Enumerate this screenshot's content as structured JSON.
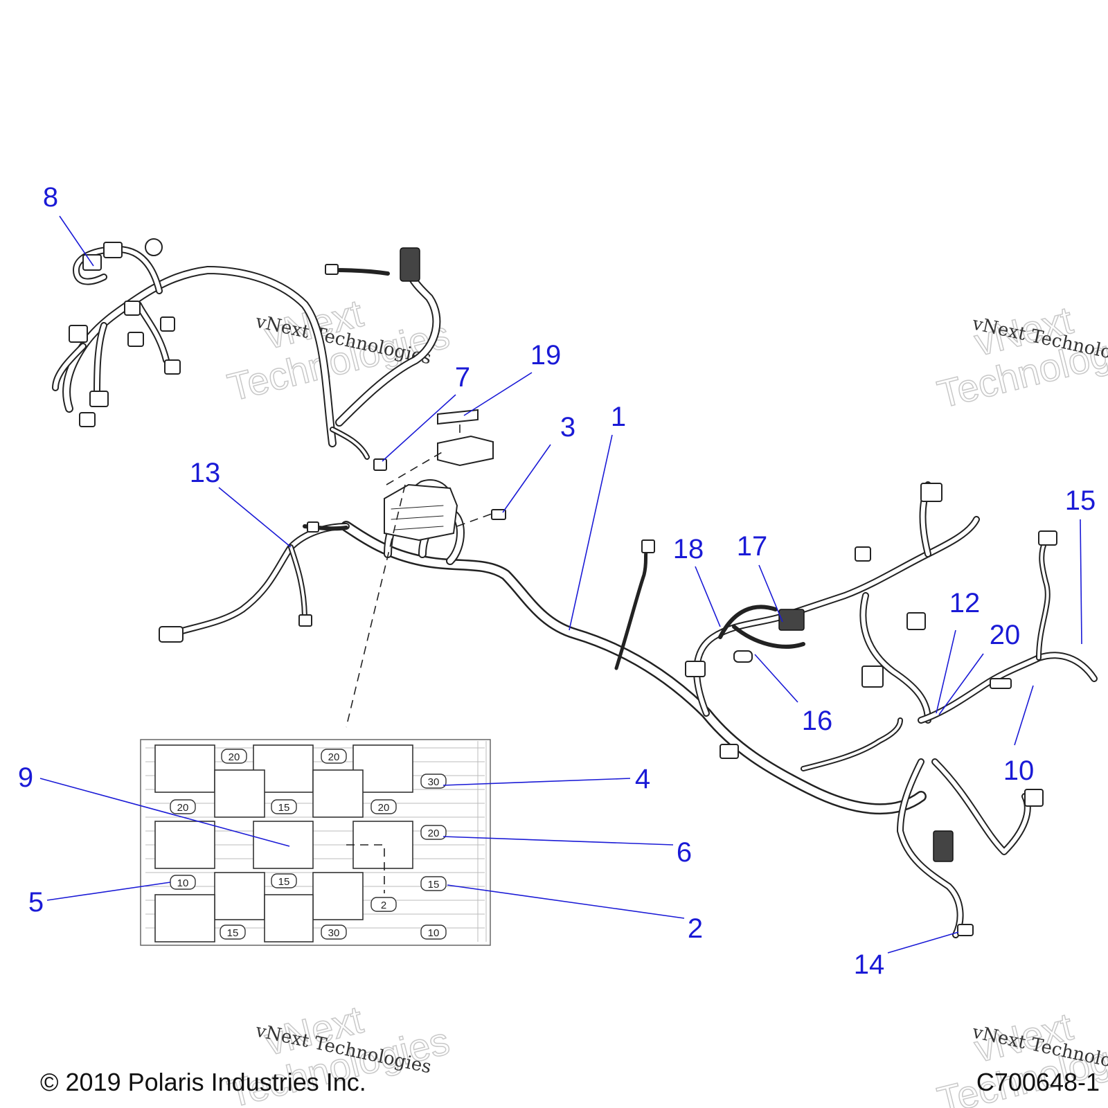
{
  "callouts": [
    {
      "label": "1"
    },
    {
      "label": "2"
    },
    {
      "label": "3"
    },
    {
      "label": "4"
    },
    {
      "label": "5"
    },
    {
      "label": "6"
    },
    {
      "label": "7"
    },
    {
      "label": "8"
    },
    {
      "label": "9"
    },
    {
      "label": "10"
    },
    {
      "label": "12"
    },
    {
      "label": "13"
    },
    {
      "label": "14"
    },
    {
      "label": "15"
    },
    {
      "label": "16"
    },
    {
      "label": "17"
    },
    {
      "label": "18"
    },
    {
      "label": "19"
    },
    {
      "label": "20"
    }
  ],
  "fuse_box": {
    "fuse_ratings": [
      "20",
      "20",
      "30",
      "20",
      "15",
      "20",
      "20",
      "10",
      "15",
      "15",
      "2",
      "15",
      "30",
      "10"
    ]
  },
  "watermark": {
    "company": "vNext Technologies",
    "line1": "vNext",
    "line2": "Technologies"
  },
  "footer": {
    "copyright": "© 2019 Polaris Industries Inc.",
    "figure_id": "C700648-1"
  }
}
